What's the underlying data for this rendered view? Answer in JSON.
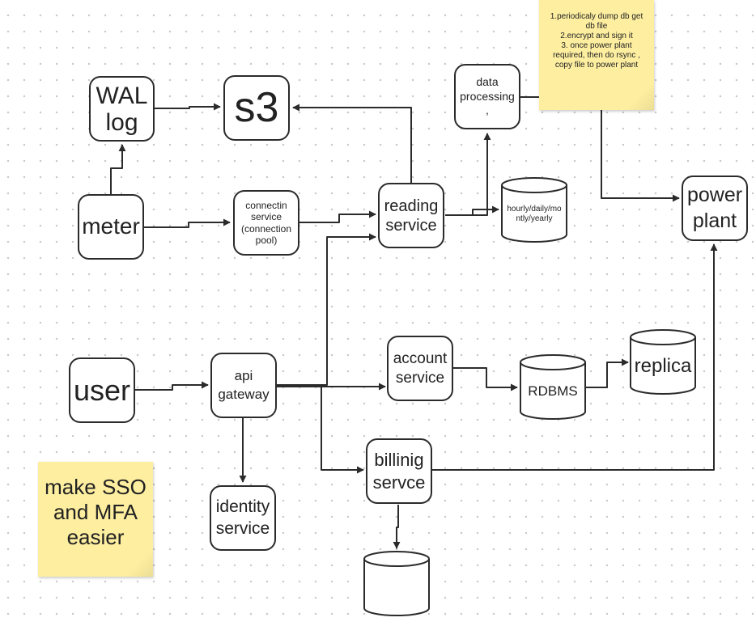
{
  "nodes": {
    "wal_log": "WAL\nlog",
    "s3": "s3",
    "meter": "meter",
    "connection_service": "connectin\nservice\n(connection\npool)",
    "reading_service": "reading\nservice",
    "data_processing": "data\nprocessing\n,",
    "aggregates_db": "hourly/daily/mo\nntly/yearly",
    "power_plant": "power\nplant",
    "user": "user",
    "api_gateway": "api\ngateway",
    "account_service": "account\nservice",
    "rdbms": "RDBMS",
    "replica": "replica",
    "billing_service": "billinig\nservce",
    "identity_service": "identity\nservice",
    "billing_db": ""
  },
  "notes": {
    "backup_steps": "1.periodicaly dump db get\ndb file\n2.encrypt and sign it\n3. once power plant\nrequired, then do rsync ,\ncopy file to power plant",
    "sso_mfa": "make SSO\nand MFA\n easier"
  },
  "colors": {
    "stroke": "#2b2b2b",
    "sticky_note": "#fdeea0",
    "grid_dot": "#c9c9c9"
  }
}
